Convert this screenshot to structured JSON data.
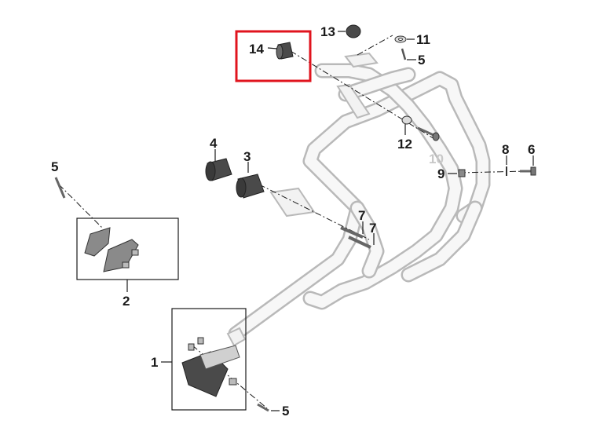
{
  "callouts": {
    "c1": "1",
    "c2": "2",
    "c3": "3",
    "c4": "4",
    "c5a": "5",
    "c5b": "5",
    "c5c": "5",
    "c6": "6",
    "c7a": "7",
    "c7b": "7",
    "c8": "8",
    "c9": "9",
    "c10": "10",
    "c11": "11",
    "c12": "12",
    "c13": "13",
    "c14": "14"
  },
  "colors": {
    "highlight": "#e0141e",
    "frame_tube": "#b9b9b9",
    "ink": "#1a1a1a"
  }
}
